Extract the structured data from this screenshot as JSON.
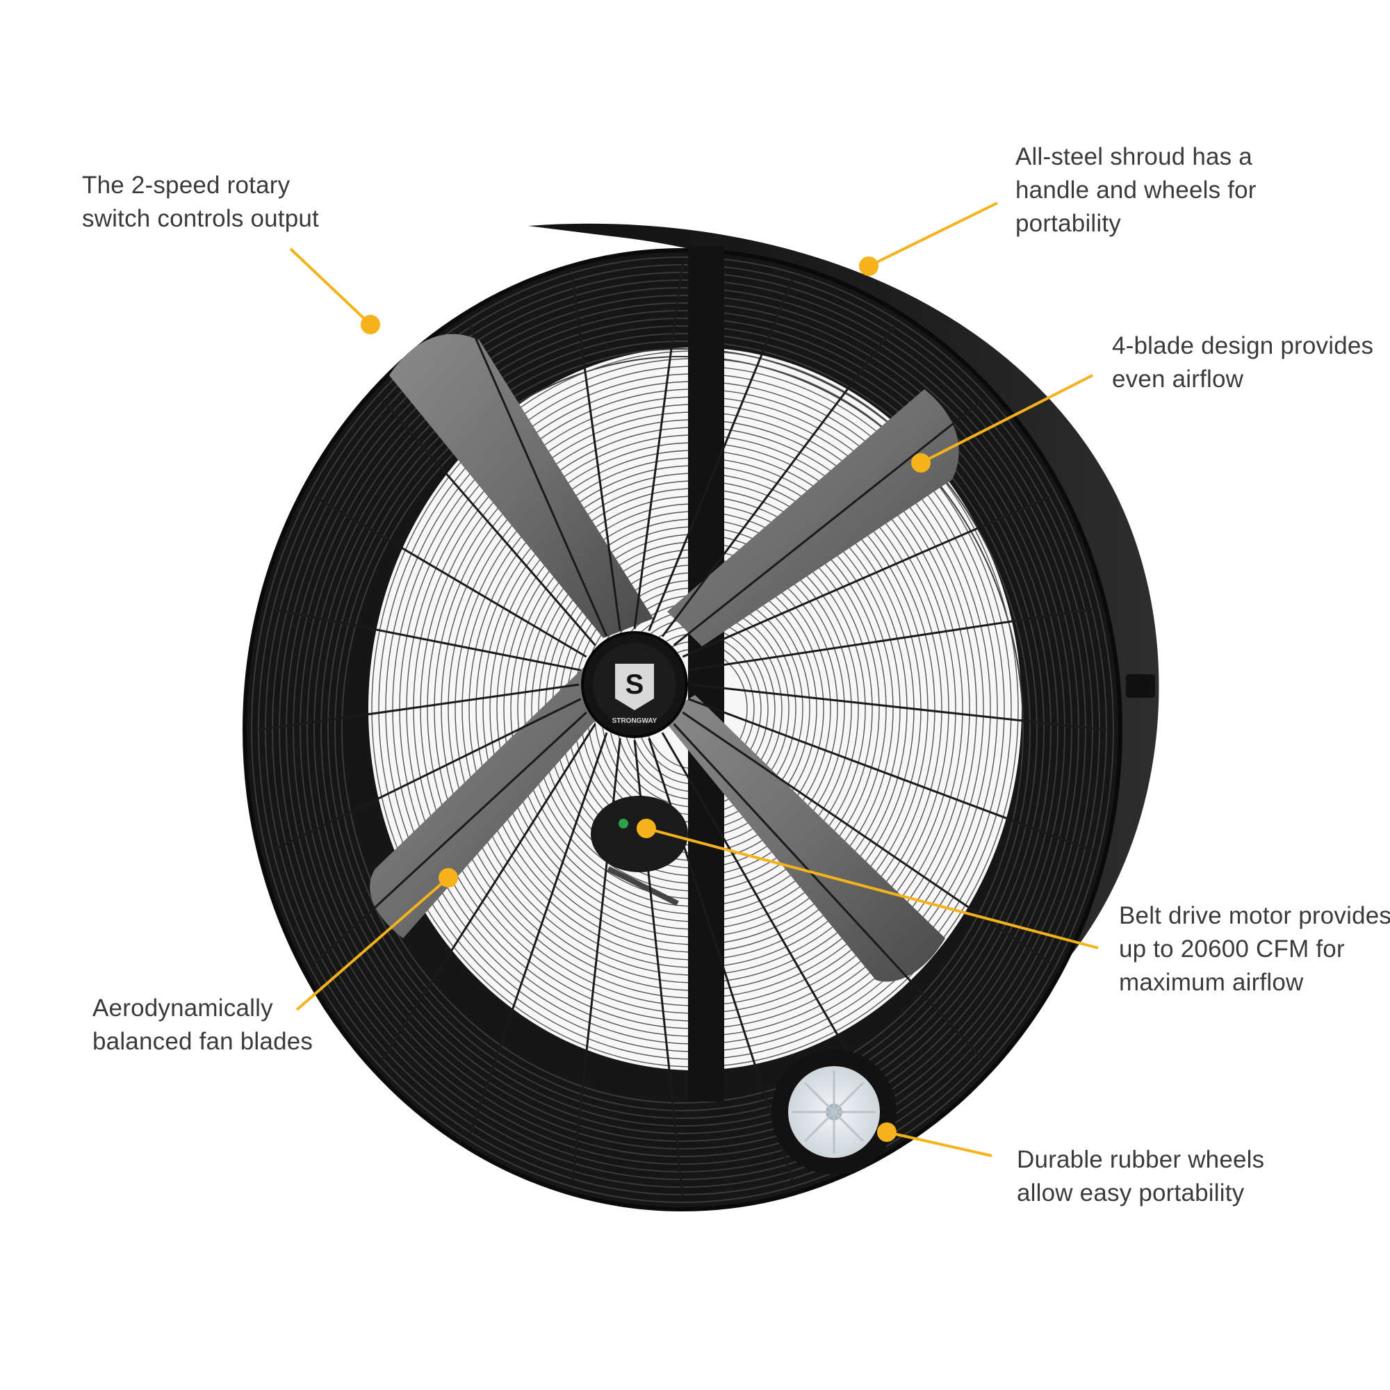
{
  "accent_color": "#f5b21b",
  "product": {
    "brand": "STRONGWAY",
    "logo_letter": "S",
    "subject": "black drum fan with 4 grey blades, wire grille, handle and two wheels"
  },
  "callouts": {
    "switch": {
      "line1": "The 2-speed rotary",
      "line2": "switch controls output"
    },
    "shroud": {
      "line1": "All-steel shroud has a",
      "line2": "handle and wheels for",
      "line3": "portability"
    },
    "blades_design": {
      "line1": "4-blade design provides",
      "line2": "even airflow"
    },
    "motor": {
      "line1": "Belt drive motor provides",
      "line2": "up to 20600 CFM for",
      "line3": "maximum airflow"
    },
    "balanced": {
      "line1": "Aerodynamically",
      "line2": "balanced fan blades"
    },
    "wheels": {
      "line1": "Durable rubber wheels",
      "line2": "allow easy portability"
    }
  }
}
